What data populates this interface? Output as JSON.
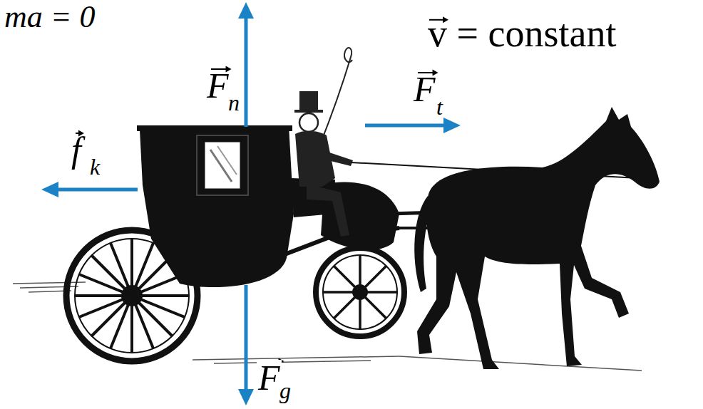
{
  "diagram": {
    "labels": [
      "ma = 0",
      "v = constant",
      "F",
      "n",
      "F",
      "t",
      "f",
      "k",
      "F",
      "g"
    ]
  }
}
